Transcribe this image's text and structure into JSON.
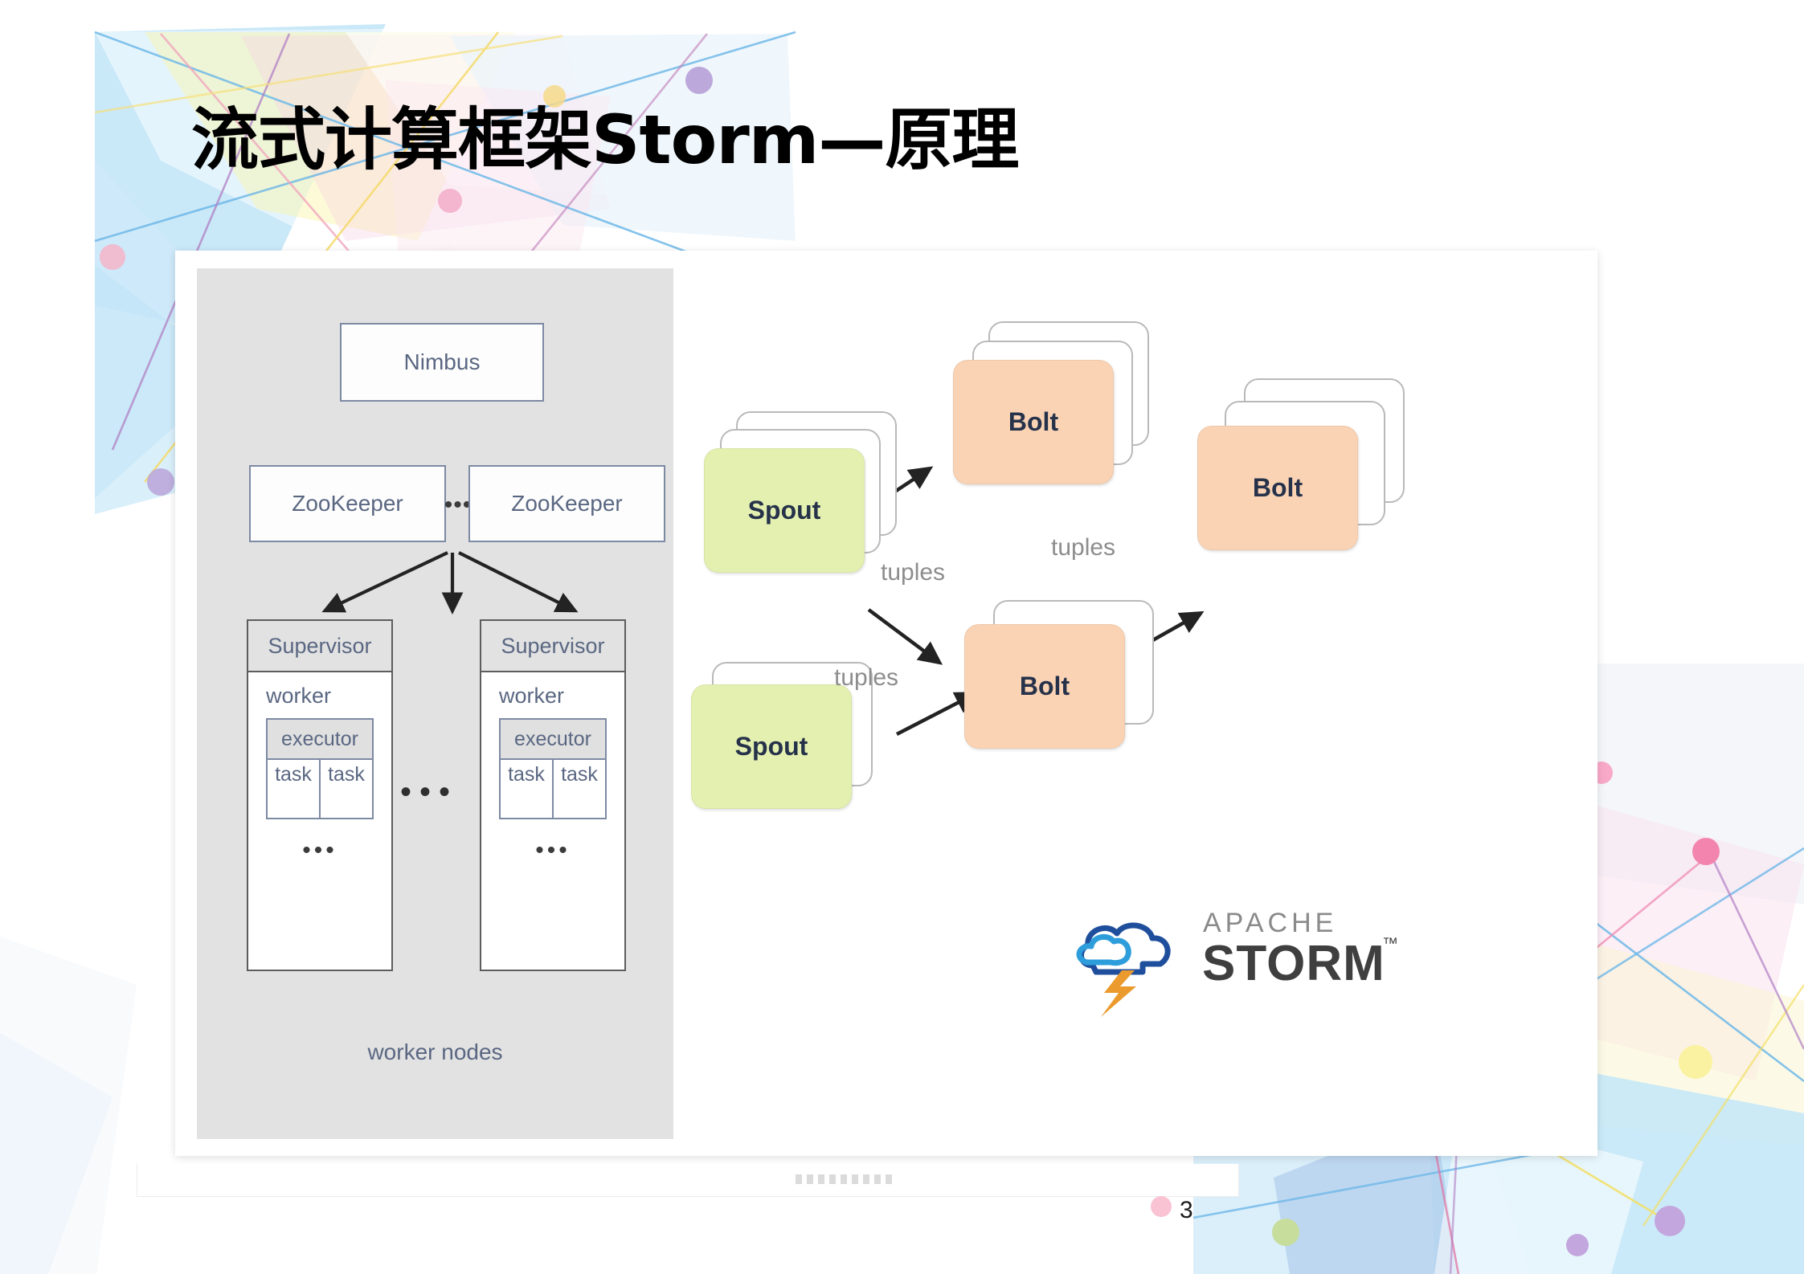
{
  "slide": {
    "title": "流式计算框架Storm—原理",
    "page_number": "3"
  },
  "cluster": {
    "nimbus": "Nimbus",
    "zookeeper_left": "ZooKeeper",
    "zookeeper_right": "ZooKeeper",
    "zookeeper_ellipsis": "•••",
    "supervisors": [
      {
        "title": "Supervisor",
        "worker": "worker",
        "executor": "executor",
        "task_left": "task",
        "task_right": "task",
        "ellipsis": "•••"
      },
      {
        "title": "Supervisor",
        "worker": "worker",
        "executor": "executor",
        "task_left": "task",
        "task_right": "task",
        "ellipsis": "•••"
      }
    ],
    "middle_ellipsis": "•••",
    "worker_nodes_label": "worker nodes"
  },
  "topology": {
    "spout_top": "Spout",
    "spout_bottom": "Spout",
    "bolt_top": "Bolt",
    "bolt_middle": "Bolt",
    "bolt_right": "Bolt",
    "tuples_spout_top": "tuples",
    "tuples_spout_bottom": "tuples",
    "tuples_right": "tuples"
  },
  "logo": {
    "apache": "APACHE",
    "storm": "STORM",
    "tm": "™"
  },
  "colors": {
    "spout_fill": "#e4f0b0",
    "bolt_fill": "#fad3b4",
    "cluster_panel": "#e2e2e2",
    "box_border": "#7d8aa3",
    "box_text": "#5a6782",
    "tuples_text": "#8d8d8d",
    "logo_cloud_dark": "#1f4f9c",
    "logo_cloud_light": "#2d9ddb",
    "logo_bolt": "#eb9b2d",
    "page_dot": "#f9c3d4"
  }
}
